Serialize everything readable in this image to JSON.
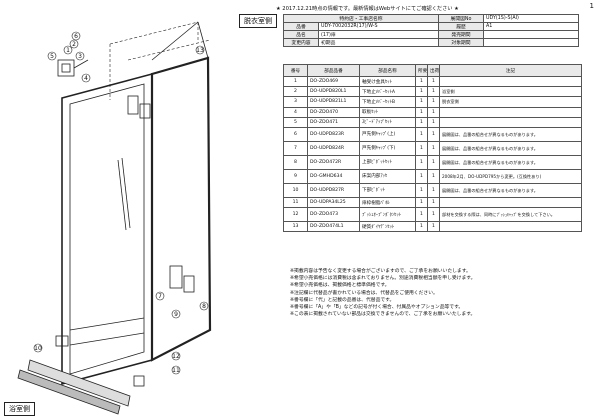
{
  "page_number": "1",
  "label_top": "脱衣室側",
  "label_bottom": "浴室側",
  "notice": "★ 2017.12.21時点の情報です。最新情報はWebサイトにてご確認ください ★",
  "info_table": {
    "row1": [
      "特約店・工事店名称",
      "展開図No",
      "UDY(1S)-S(AI)"
    ],
    "row2": [
      "品番",
      "UDY-7002032R(17)/W-S",
      "履歴",
      "A1"
    ],
    "row3": [
      "品名",
      "(17)扉",
      "発売期間",
      ""
    ],
    "row4": [
      "変更内容",
      "初期品",
      "対象期間",
      ""
    ]
  },
  "parts_headers": [
    "番号",
    "部品品番",
    "部品名称",
    "所要数",
    "出荷単位",
    "注記"
  ],
  "parts": [
    {
      "no": "1",
      "code": "DO-ZDO469",
      "name": "軸受け金具ｾｯﾄ",
      "qty": "1",
      "unit": "1",
      "note": ""
    },
    {
      "no": "2",
      "code": "DO-UDPD820L1",
      "name": "下地止ﾒﾊﾞｰｾｯﾄA",
      "qty": "1",
      "unit": "1",
      "note": "浴室側"
    },
    {
      "no": "3",
      "code": "DO-UDPD821L1",
      "name": "下地止ﾒﾊﾞｰｾｯﾄB",
      "qty": "1",
      "unit": "1",
      "note": "脱衣室側"
    },
    {
      "no": "4",
      "code": "DO-ZDO470",
      "name": "取板ｾｯﾄ",
      "qty": "1",
      "unit": "1",
      "note": ""
    },
    {
      "no": "5",
      "code": "DO-ZDO471",
      "name": "ｽﾋﾟｰﾄﾞｱｯﾌﾟｾｯﾄ",
      "qty": "1",
      "unit": "1",
      "note": ""
    },
    {
      "no": "6",
      "code": "DO-UDPD823R",
      "name": "戸先側ｷｬｯﾌﾟ(上)",
      "qty": "1",
      "unit": "1",
      "note": "展開図は、品番の組合せが異なるものがあります。"
    },
    {
      "no": "7",
      "code": "DO-UDPD824R",
      "name": "戸先側ｷｬｯﾌﾟ(下)",
      "qty": "1",
      "unit": "1",
      "note": "展開図は、品番の組合せが異なるものがあります。"
    },
    {
      "no": "8",
      "code": "DO-ZDO472R",
      "name": "上部ﾋﾟﾎﾞｯﾄｾｯﾄ",
      "qty": "1",
      "unit": "1",
      "note": "展開図は、品番の組合せが異なるものがあります。"
    },
    {
      "no": "9",
      "code": "DO-GMHD634",
      "name": "床案内部ｱｯｾ",
      "qty": "1",
      "unit": "1",
      "note": "2008年2月、DO-UDPD795から変更。(互換性あり)"
    },
    {
      "no": "10",
      "code": "DO-UDPD827R",
      "name": "下部ﾋﾟﾎﾞｯﾄ",
      "qty": "1",
      "unit": "1",
      "note": "展開図は、品番の組合せが異なるものがあります。"
    },
    {
      "no": "11",
      "code": "DO-UDPA34L25",
      "name": "扉枠樹脂ﾊﾟﾈﾙ",
      "qty": "1",
      "unit": "1",
      "note": ""
    },
    {
      "no": "12",
      "code": "DO-ZDO473",
      "name": "ﾌﾟｯｼｭｵｰﾌﾟﾝﾎﾞﾀﾝｾｯﾄ",
      "qty": "1",
      "unit": "1",
      "note": "部材を交換する際は、同時にﾌﾟｯｼｭｷｬｯﾌﾟを交換して下さい。"
    },
    {
      "no": "13",
      "code": "DO-ZDO474L1",
      "name": "硬質ﾀﾞｲﾔﾃﾞﾝｾｯﾄ",
      "qty": "1",
      "unit": "1",
      "note": ""
    }
  ],
  "notes": [
    "※掲載内容は予告なく変更する場合がございますので、ご了承をお願いいたします。",
    "※希望小売価格には消費税は含まれておりません。別途消費税相当額を申し受けます。",
    "※希望小売価格は、掲載価格と標準価格です。",
    "※注記欄に代替品が書かれている場合は、代替品をご使用ください。",
    "※番号欄に「代」と記載の品番は、代替品です。",
    "※番号欄に「A」や「B」などの記号が付く場合、付属品やオプション品等です。",
    "※この表に掲載されていない部品は交換できませんので、ご了承をお願いいたします。"
  ],
  "callouts": [
    "1",
    "2",
    "3",
    "4",
    "5",
    "6",
    "7",
    "8",
    "9",
    "10",
    "11",
    "12",
    "13"
  ]
}
